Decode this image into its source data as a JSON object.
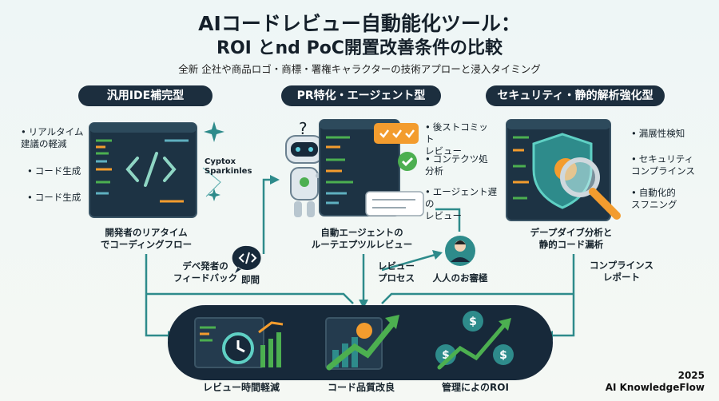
{
  "header": {
    "title_line1": "AIコードレビュー自動能化ツール：",
    "title_line2": "ROI とnd PoC開置改善条件の比較",
    "subtitle": "全新 企社や商品ロゴ・商標・署権キャラクターの技術アプローと浸入タイミング"
  },
  "columns": {
    "ide": {
      "pill": "汎用IDE補完型",
      "features": [
        "リアルタイム建議の軽減",
        "コード生成",
        "コード生成"
      ],
      "sparkle_label": "Cyptox Sparkinles",
      "caption": "開発者のリアタイム\nでコーディングフロー"
    },
    "pr": {
      "pill": "PR特化・エージェント型",
      "features": [
        "後ストコミット\nレビュー",
        "コンテクツ処\n分析",
        "エージェント遅の\nレビュー"
      ],
      "caption": "自動エージェントの\nルーテエプツルレビュー"
    },
    "sec": {
      "pill": "セキュリティ・静的解析強化型",
      "features": [
        "漏展性検知",
        "セキュリティ\nコンプラインス",
        "自動化的\nスフニング"
      ],
      "caption": "デープダイブ分析と\n静的コード漏析"
    }
  },
  "flow": {
    "feedback": "デベ発者の\nフィードバック",
    "immediate": "即間",
    "review_process": "レビュー\nプロセス",
    "human_review": "人人のお審極",
    "compliance_report": "コンプラインス\nレポート"
  },
  "outcomes": [
    "レビュー時間軽減",
    "コード品質改良",
    "管理によのROI"
  ],
  "footer": {
    "year": "2025",
    "brand": "AI KnowledgeFlow"
  },
  "colors": {
    "navy": "#17293a",
    "teal": "#2e8b8b",
    "green": "#4caf50",
    "orange": "#f39c2e"
  }
}
